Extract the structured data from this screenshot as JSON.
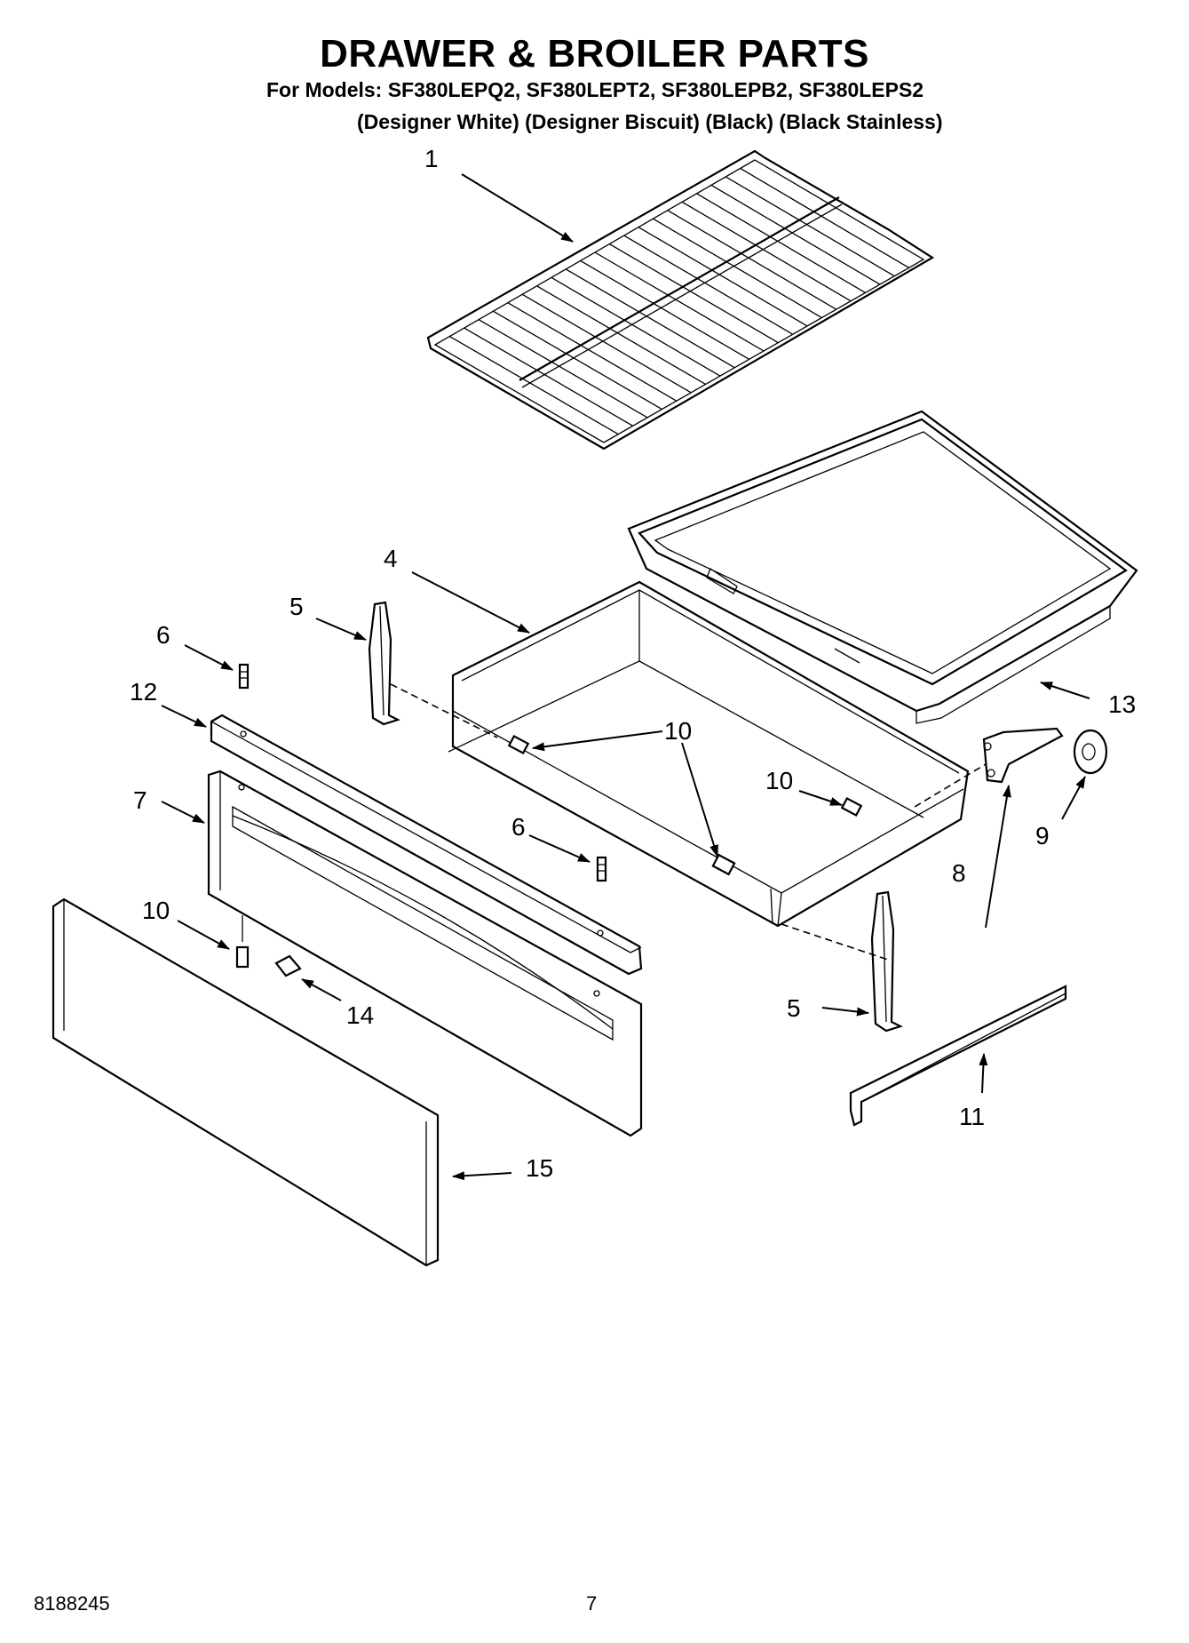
{
  "header": {
    "title": "DRAWER & BROILER PARTS",
    "models_line": "For Models: SF380LEPQ2, SF380LEPT2, SF380LEPB2, SF380LEPS2",
    "colors_line": "(Designer White) (Designer Biscuit) (Black) (Black Stainless)"
  },
  "callouts": {
    "c1": "1",
    "c4": "4",
    "c5a": "5",
    "c5b": "5",
    "c6a": "6",
    "c6b": "6",
    "c7": "7",
    "c8": "8",
    "c9": "9",
    "c10a": "10",
    "c10b": "10",
    "c10c": "10",
    "c11": "11",
    "c12": "12",
    "c13": "13",
    "c14": "14",
    "c15": "15"
  },
  "footer": {
    "doc_number": "8188245",
    "page_number": "7"
  }
}
